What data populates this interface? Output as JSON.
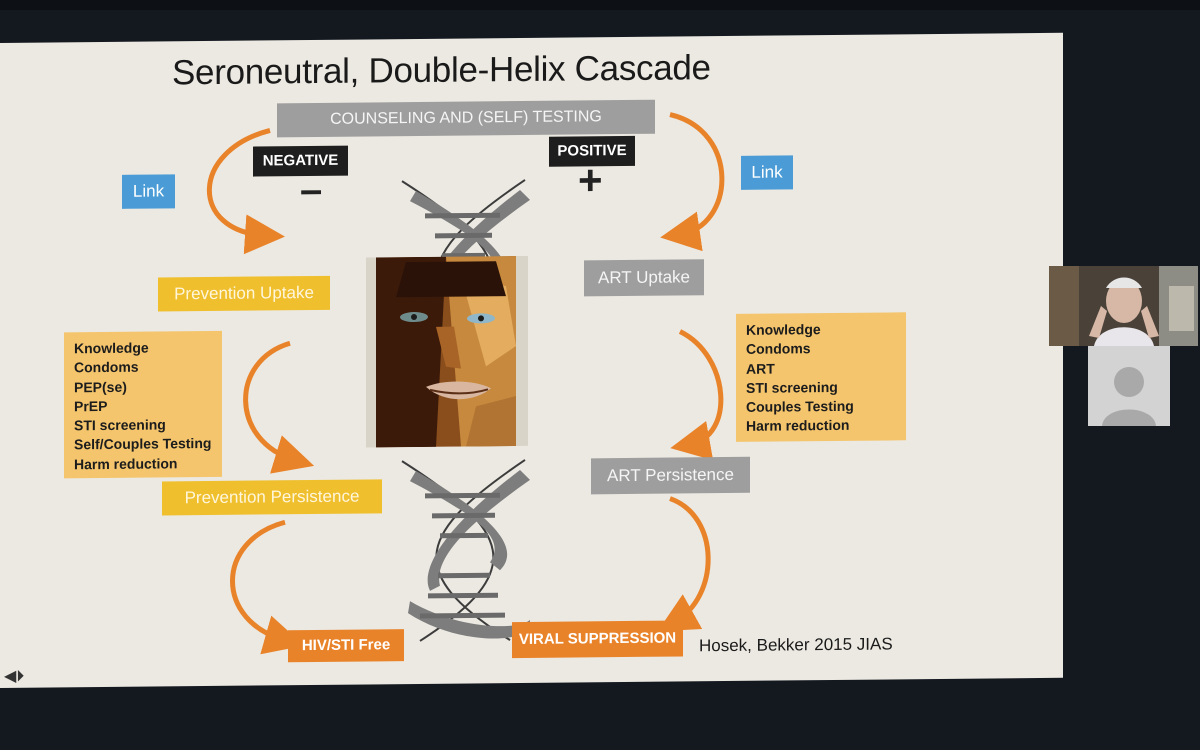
{
  "slide": {
    "title": "Seroneutral, Double-Helix Cascade",
    "top_banner": "COUNSELING AND (SELF) TESTING",
    "negative_label": "NEGATIVE",
    "negative_sign": "–",
    "positive_label": "POSITIVE",
    "positive_sign": "+",
    "link_left": "Link",
    "link_right": "Link",
    "prevention_uptake": "Prevention Uptake",
    "prevention_persistence": "Prevention Persistence",
    "hiv_sti_free": "HIV/STI Free",
    "art_uptake": "ART Uptake",
    "art_persistence": "ART Persistence",
    "viral_suppression": "VIRAL SUPPRESSION",
    "left_list": [
      "Knowledge",
      "Condoms",
      "PEP(se)",
      "PrEP",
      "STI screening",
      "Self/Couples Testing",
      "Harm reduction"
    ],
    "right_list": [
      "Knowledge",
      "Condoms",
      "ART",
      "STI screening",
      "Couples Testing",
      "Harm reduction"
    ],
    "citation": "Hosek, Bekker 2015 JIAS"
  },
  "colors": {
    "orange": "#e9832a",
    "gold": "#efbf2d",
    "gray": "#9e9e9e",
    "link_blue": "#4b9cd6"
  },
  "icons": [
    "dna-helix-graphic",
    "face-portrait-graphic",
    "participant-video-thumbnail",
    "avatar-placeholder-icon",
    "speaker-icon"
  ]
}
